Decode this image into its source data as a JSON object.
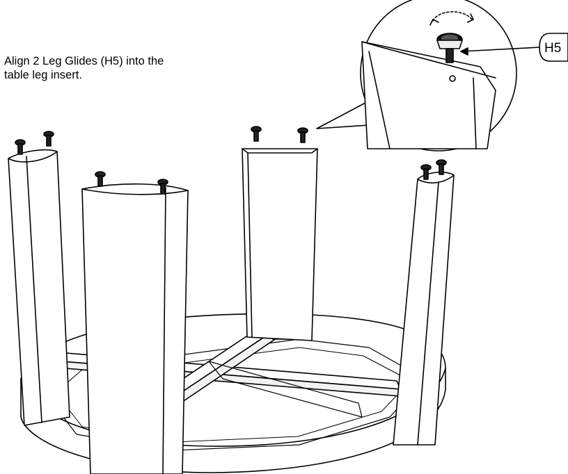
{
  "instruction": {
    "line1": "Align 2 Leg Glides (H5) into the",
    "line2": "table leg insert."
  },
  "callout": {
    "part_label": "H5",
    "icon": "rotate-arrows-icon"
  },
  "parts": {
    "glide_count_per_leg": 2,
    "leg_count": 4
  }
}
